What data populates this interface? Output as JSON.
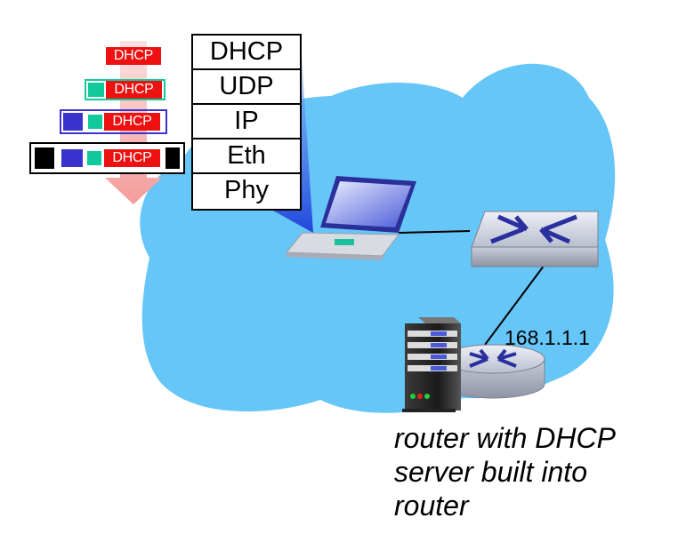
{
  "protocol_stack": {
    "layers": [
      "DHCP",
      "UDP",
      "IP",
      "Eth",
      "Phy"
    ]
  },
  "encapsulation": {
    "packet_label": "DHCP"
  },
  "router": {
    "ip_address": "168.1.1.1",
    "caption_lines": [
      "router with DHCP",
      "server built into",
      "router"
    ]
  },
  "colors": {
    "network_cloud": "#66c6f7",
    "dhcp_tag": "#ee1111",
    "udp_header": "#11c99a",
    "ip_header": "#3a32cc",
    "eth_header": "#000000",
    "arrow": "#f5a7a7"
  }
}
